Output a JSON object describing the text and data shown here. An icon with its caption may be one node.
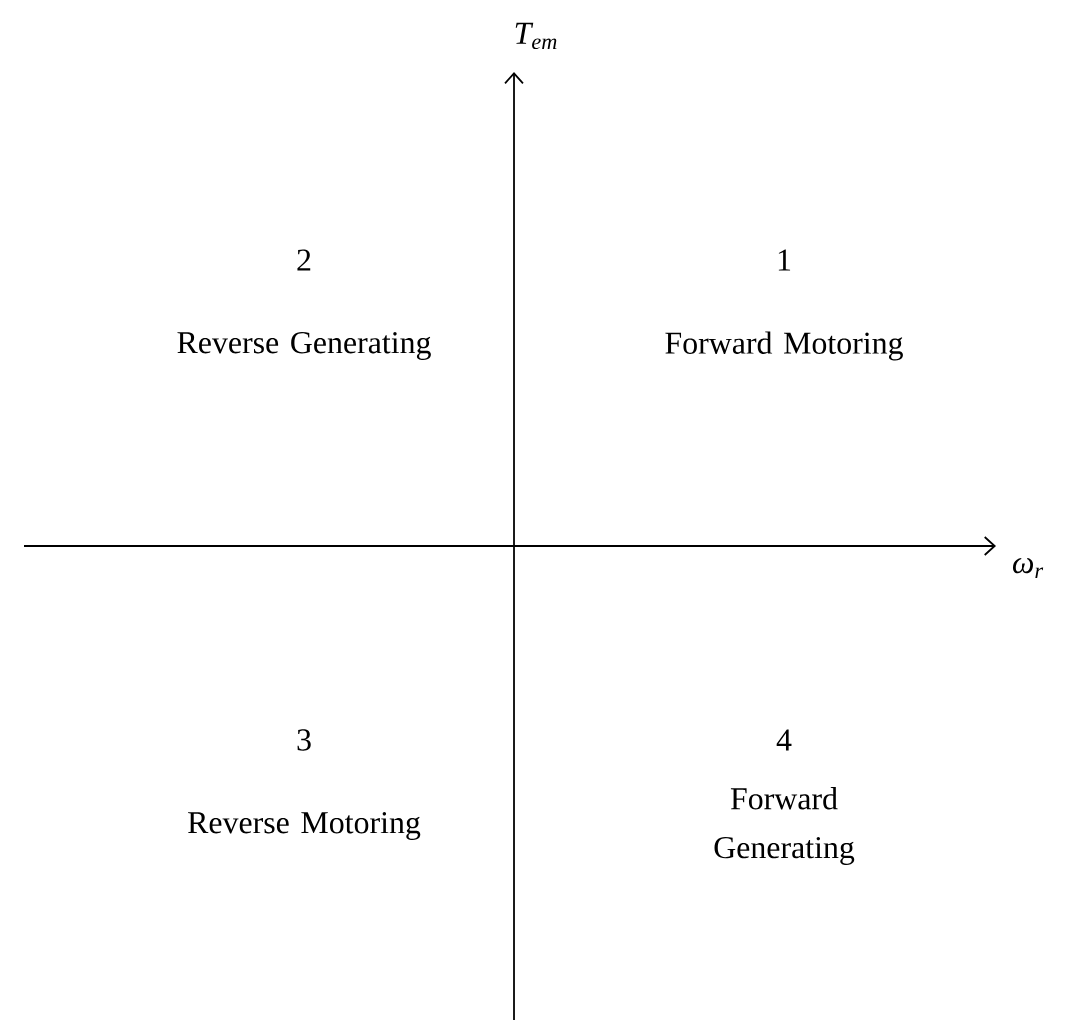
{
  "diagram": {
    "labels": [
      "T$_{em}$",
      "2",
      "Reverse Generating",
      "1",
      "Forward Motoring",
      "ω$_{r}$",
      "3",
      "Reverse Motoring",
      "4",
      "Forward Generating"
    ]
  }
}
